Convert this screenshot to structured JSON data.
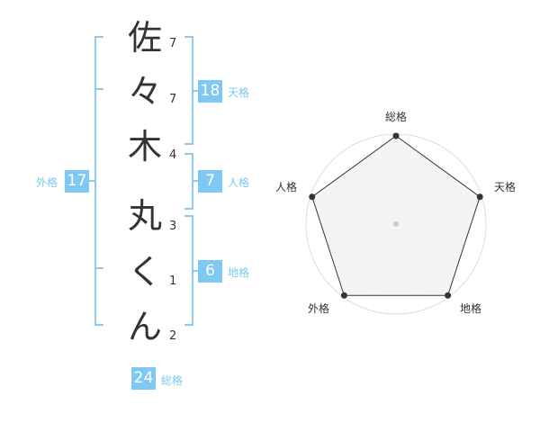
{
  "name": {
    "characters": [
      {
        "char": "佐",
        "strokes": "7"
      },
      {
        "char": "々",
        "strokes": "7"
      },
      {
        "char": "木",
        "strokes": "4"
      },
      {
        "char": "丸",
        "strokes": "3"
      },
      {
        "char": "く",
        "strokes": "1"
      },
      {
        "char": "ん",
        "strokes": "2"
      }
    ]
  },
  "fortune": {
    "tenkaku": {
      "value": "18",
      "label": "天格"
    },
    "jinkaku": {
      "value": "7",
      "label": "人格"
    },
    "chikaku": {
      "value": "6",
      "label": "地格"
    },
    "gaikaku": {
      "value": "17",
      "label": "外格"
    },
    "soukaku": {
      "value": "24",
      "label": "総格"
    }
  },
  "radar": {
    "axes": [
      "総格",
      "天格",
      "地格",
      "外格",
      "人格"
    ],
    "levels": 4,
    "max": 4,
    "values": [
      4,
      4,
      4,
      4,
      4
    ],
    "colors": {
      "grid": "#dddddd",
      "fill": "#f2f2f2",
      "line": "#333333",
      "point": "#333333",
      "center": "#cccccc"
    }
  },
  "colors": {
    "accent": "#7ec8f2",
    "bracket": "#8ecbf0",
    "text": "#333333"
  }
}
